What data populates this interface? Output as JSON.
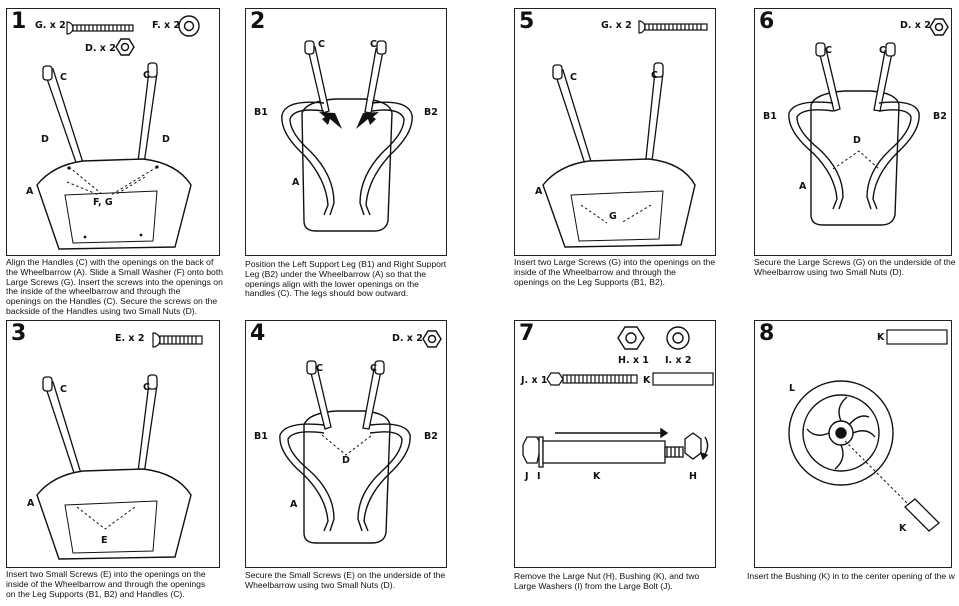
{
  "panels": {
    "p1": {
      "num": "1",
      "parts": {
        "g": "G. x 2",
        "f": "F. x 2",
        "d": "D. x 2"
      },
      "labels": {
        "c1": "C",
        "c2": "C",
        "d1": "D",
        "d2": "D",
        "a": "A",
        "fg": "F, G"
      },
      "caption": [
        "Align the Handles (C) with the openings on the back of",
        "the Wheelbarrow (A). Slide a Small Washer (F) onto both",
        "Large Screws (G). Insert the screws into the openings on",
        "the inside of the wheelbarrow and through the",
        "openings on the Handles (C). Secure the screws on the",
        "backside of the Handles using two Small Nuts (D)."
      ]
    },
    "p2": {
      "num": "2",
      "labels": {
        "c1": "C",
        "c2": "C",
        "b1": "B1",
        "b2": "B2",
        "a": "A"
      },
      "caption": [
        "Position the Left Support Leg (B1) and Right Support",
        "Leg (B2) under the Wheelbarrow (A) so that the",
        "openings align with the lower openings on the",
        "handles (C). The legs should bow outward."
      ]
    },
    "p5": {
      "num": "5",
      "parts": {
        "g": "G. x 2"
      },
      "labels": {
        "c1": "C",
        "c2": "C",
        "a": "A",
        "g": "G"
      },
      "caption": [
        "Insert two Large Screws (G) into the openings on the",
        "inside of the Wheelbarrow and through the",
        "openings on the Leg Supports (B1, B2)."
      ]
    },
    "p6": {
      "num": "6",
      "parts": {
        "d": "D. x 2"
      },
      "labels": {
        "c1": "C",
        "c2": "C",
        "b1": "B1",
        "b2": "B2",
        "d": "D",
        "a": "A"
      },
      "caption": [
        "Secure the Large Screws (G) on the underside of the",
        "Wheelbarrow using two Small Nuts (D)."
      ]
    },
    "p3": {
      "num": "3",
      "parts": {
        "e": "E. x 2"
      },
      "labels": {
        "c1": "C",
        "c2": "C",
        "a": "A",
        "e": "E"
      },
      "caption": [
        "Insert two Small Screws (E) into the openings on the",
        "inside of the Wheelbarrow and through the openings",
        "on the Leg Supports (B1, B2) and Handles (C)."
      ]
    },
    "p4": {
      "num": "4",
      "parts": {
        "d": "D. x 2"
      },
      "labels": {
        "c1": "C",
        "c2": "C",
        "b1": "B1",
        "b2": "B2",
        "d": "D",
        "a": "A"
      },
      "caption": [
        "Secure the Small Screws (E) on the underside of the",
        "Wheelbarrow using two Small Nuts (D)."
      ]
    },
    "p7": {
      "num": "7",
      "parts": {
        "h": "H. x 1",
        "i": "I. x 2",
        "j": "J. x 1",
        "k": "K"
      },
      "labels": {
        "j": "J",
        "i": "I",
        "k": "K",
        "h": "H"
      },
      "caption": [
        "Remove the Large Nut (H), Bushing (K), and two",
        "Large Washers (I) from the Large Bolt (J)."
      ]
    },
    "p8": {
      "num": "8",
      "parts": {
        "k": "K"
      },
      "labels": {
        "l": "L",
        "k": "K"
      },
      "caption": [
        "Insert the Bushing (K) in to the center opening of the w"
      ]
    }
  }
}
